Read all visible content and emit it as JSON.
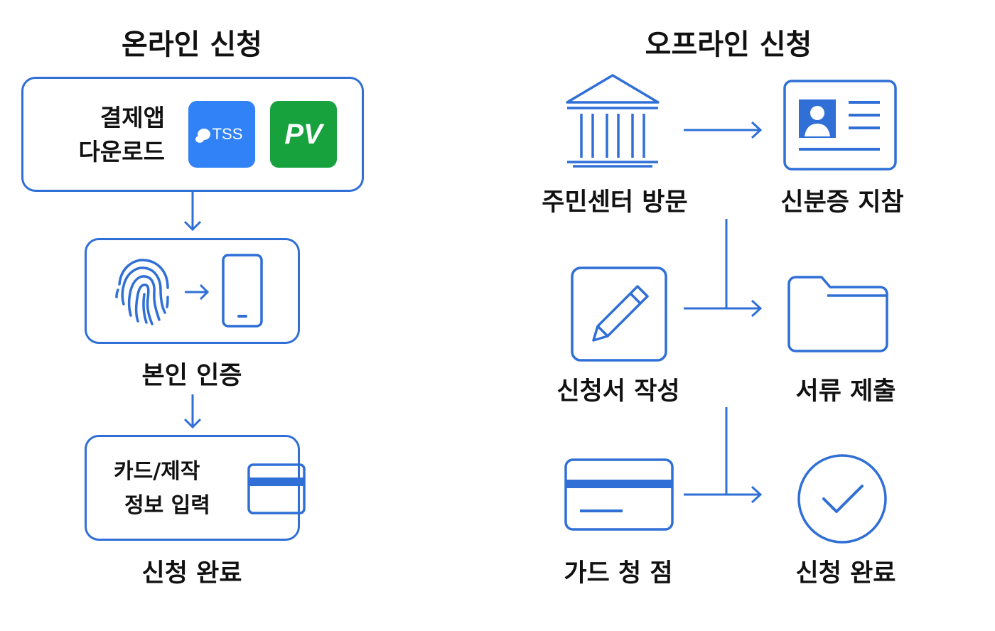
{
  "online": {
    "title": "온라인 신청",
    "download_label": [
      "결제앱",
      "다운로드"
    ],
    "apps": [
      {
        "name": "TSS",
        "icon": "tss-logo",
        "color": "#3182f6"
      },
      {
        "name": "PV",
        "icon": "pv-logo",
        "color": "#17a23e"
      }
    ],
    "auth_label": "본인 인증",
    "card_info_label": [
      "카드/제작",
      "정보 입력"
    ],
    "complete_label": "신청 완료"
  },
  "offline": {
    "title": "오프라인 신청",
    "visit_label": "주민센터 방문",
    "id_label": "신분증 지참",
    "form_label": "신청서 작성",
    "submit_label": "서류 제출",
    "card_label": "가드 청 점",
    "complete_label": "신청 완료"
  },
  "icons": [
    "fingerprint-icon",
    "smartphone-icon",
    "credit-card-icon",
    "government-building-icon",
    "id-card-icon",
    "pencil-icon",
    "folder-icon",
    "check-circle-icon"
  ],
  "colors": {
    "accent": "#2f6fd6",
    "text": "#111111"
  }
}
